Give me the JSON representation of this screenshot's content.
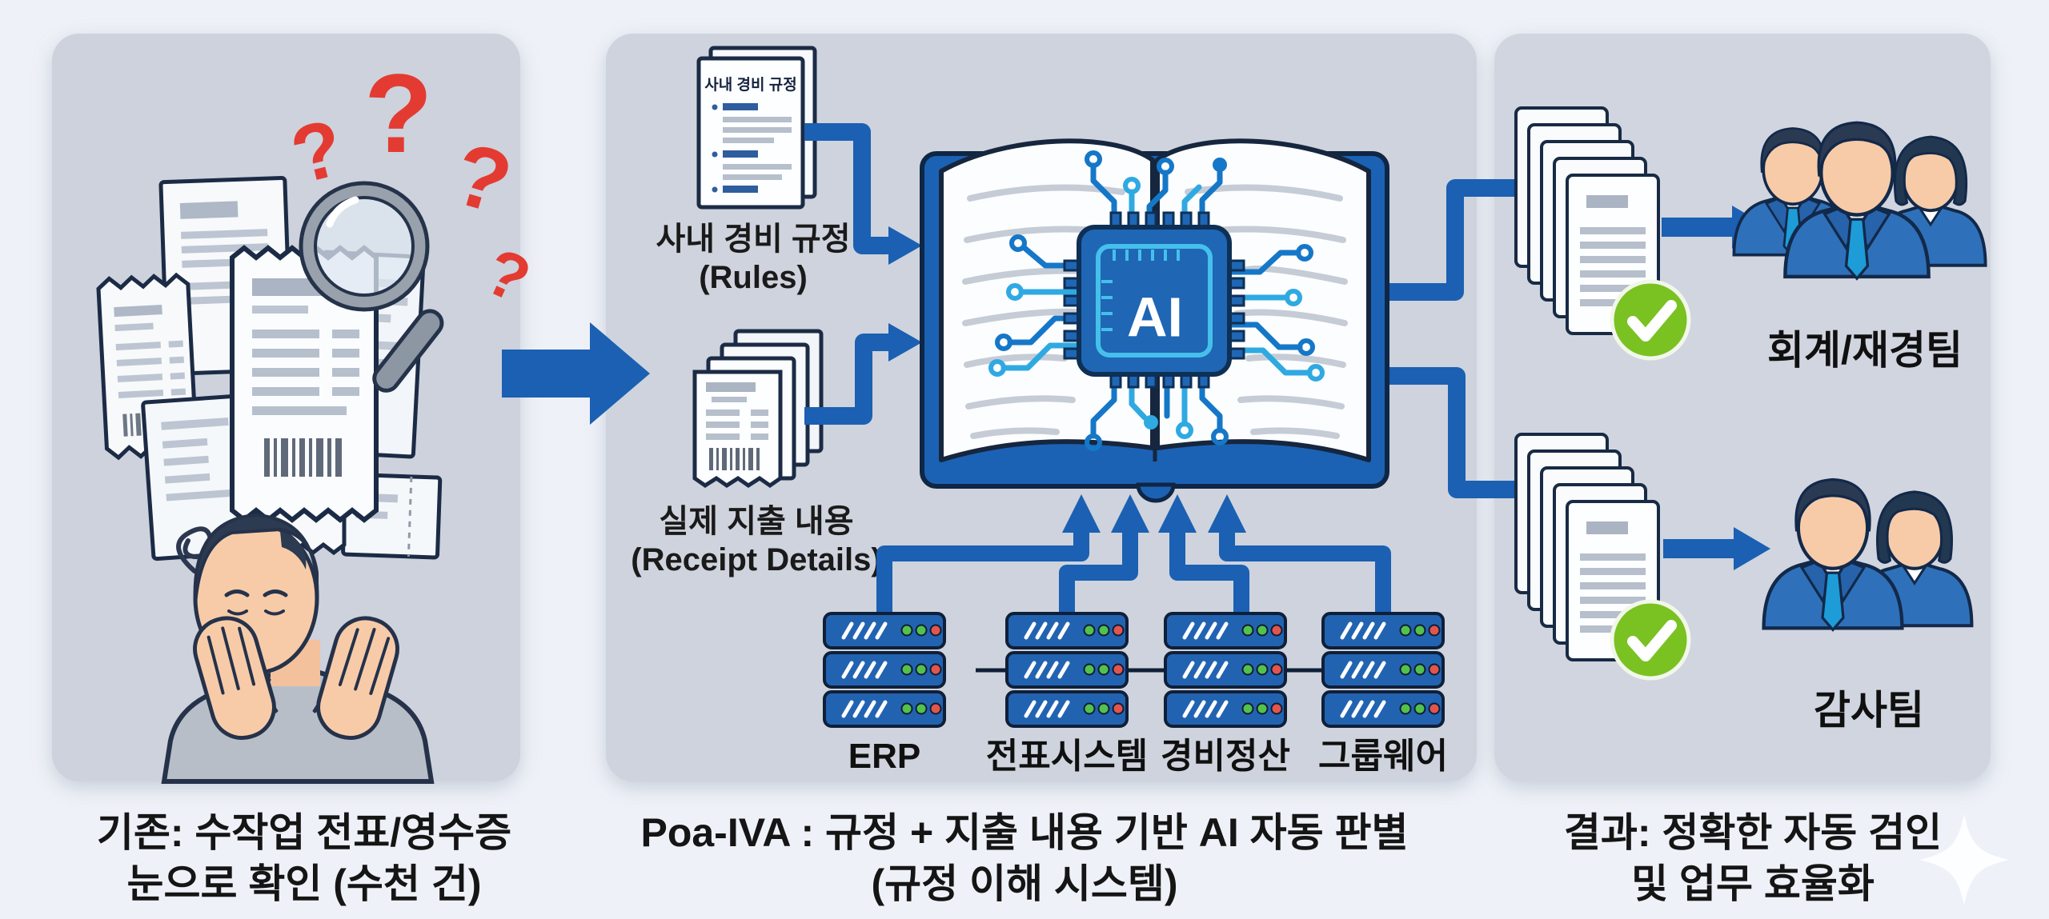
{
  "panels": {
    "left": {
      "caption_line1": "기존: 수작업 전표/영수증",
      "caption_line2": "눈으로 확인 (수천 건)"
    },
    "middle": {
      "caption_line1": "Poa-IVA : 규정 + 지출 내용 기반 AI 자동 판별",
      "caption_line2": "(규정 이해 시스템)",
      "rules_doc_title": "사내 경비 규정",
      "rules_label_line1": "사내 경비 규정",
      "rules_label_line2": "(Rules)",
      "receipts_label_line1": "실제 지출 내용",
      "receipts_label_line2": "(Receipt Details)",
      "ai_chip_label": "AI",
      "systems": [
        "ERP",
        "전표시스템",
        "경비정산",
        "그룹웨어"
      ]
    },
    "right": {
      "caption_line1": "결과: 정확한 자동 검인",
      "caption_line2": "및 업무 효율화",
      "team_top": "회계/재경팀",
      "team_bottom": "감사팀"
    }
  },
  "decorations": {
    "question_mark": "?"
  },
  "colors": {
    "background": "#eef1f7",
    "panel": "#cdd2dc",
    "accent_blue": "#1b60b2",
    "circuit_blue": "#2fa9e2",
    "check_green": "#79c222",
    "alert_red": "#e33b32",
    "text": "#151515"
  }
}
